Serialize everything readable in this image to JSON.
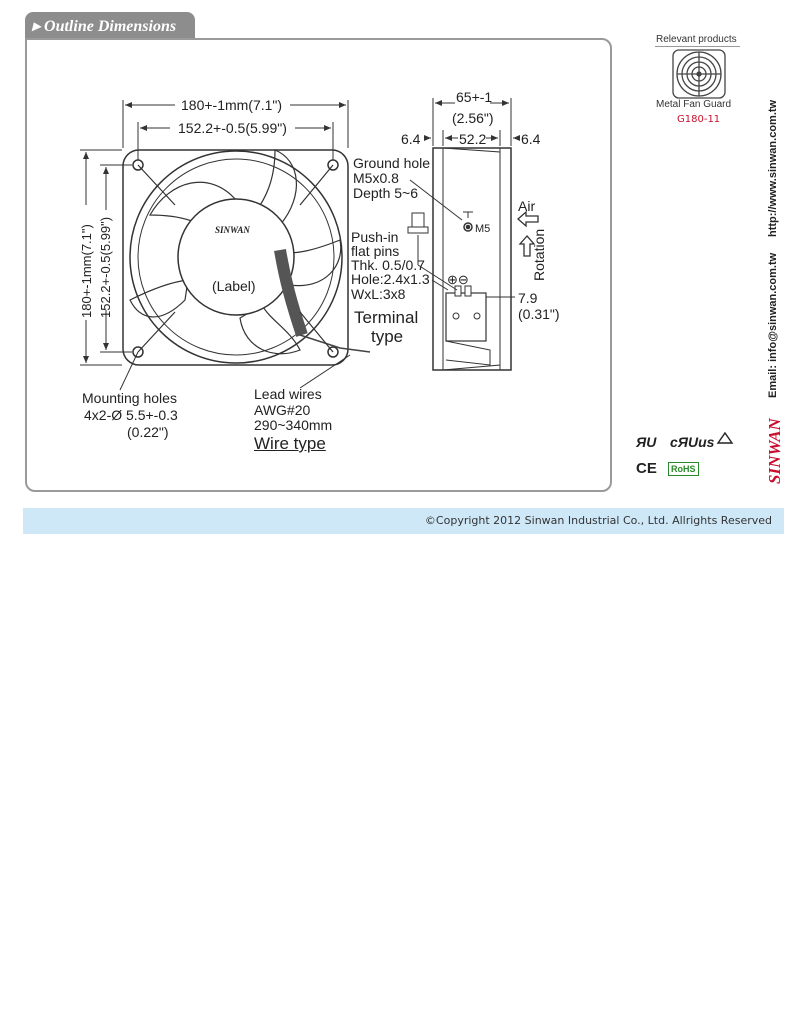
{
  "section": {
    "title": "Outline Dimensions"
  },
  "front_view": {
    "dim_outer_h": "180+-1mm(7.1\")",
    "dim_inner_h": "152.2+-0.5(5.99\")",
    "dim_outer_v": "180+-1mm(7.1\")",
    "dim_inner_v": "152.2+-0.5(5.99\")",
    "hub_brand": "SINWAN",
    "hub_label": "(Label)"
  },
  "mounting": {
    "title": "Mounting holes",
    "spec": "4x2-Ø 5.5+-0.3",
    "inch": "(0.22\")"
  },
  "lead": {
    "title": "Lead wires",
    "awg": "AWG#20",
    "length": "290~340mm",
    "type": "Wire type"
  },
  "ground": {
    "title": "Ground hole",
    "thread": "M5x0.8",
    "depth": "Depth 5~6",
    "m5": "M5"
  },
  "pins": {
    "l1": "Push-in",
    "l2": "flat pins",
    "thk": "Thk. 0.5/0.7",
    "hole": "Hole:2.4x1.3",
    "wxl": "WxL:3x8"
  },
  "terminal": {
    "l1": "Terminal",
    "l2": "type"
  },
  "side_view": {
    "depth": "65+-1",
    "depth_inch": "(2.56\")",
    "inner": "52.2",
    "left_offset": "6.4",
    "right_offset": "6.4",
    "pin_offset": "7.9",
    "pin_offset_inch": "(0.31\")",
    "air": "Air",
    "rotation": "Rotation"
  },
  "related": {
    "heading": "Relevant products",
    "name": "Metal Fan Guard",
    "code": "G180-11"
  },
  "contact": {
    "web": "http://www.sinwan.com.tw",
    "email": "Email: info@sinwan.com.tw",
    "brand": "SINWAN"
  },
  "certs": {
    "ce": "CE",
    "rohs": "RoHS"
  },
  "footer": {
    "copyright": "©Copyright 2012 Sinwan Industrial Co., Ltd. Allrights Reserved"
  }
}
